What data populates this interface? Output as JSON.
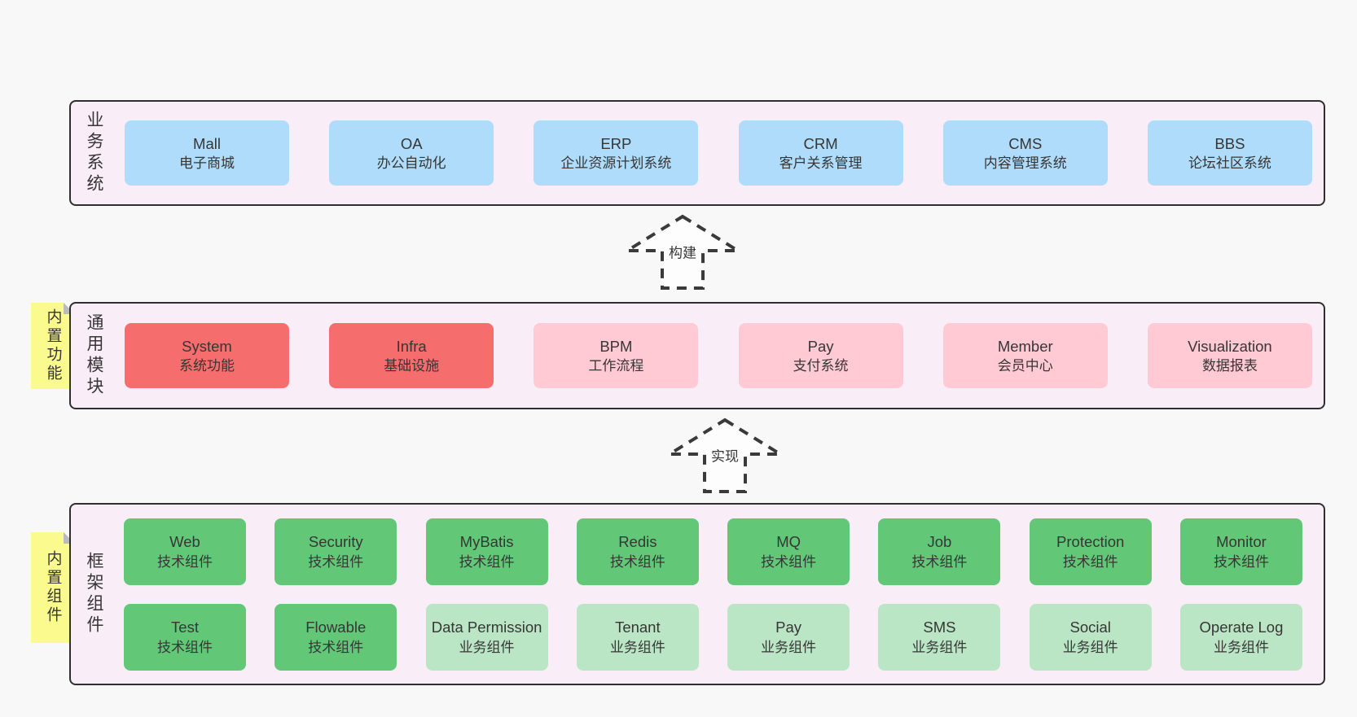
{
  "colors": {
    "page_bg": "#f8f8f8",
    "band_bg": "#f9edf7",
    "band_border": "#2f2f2f",
    "box_blue": "#aedcfa",
    "box_red": "#f56d6d",
    "box_pink": "#ffcad4",
    "box_green": "#62c878",
    "box_green_light": "#bbe6c5",
    "sticky_yellow": "#fbfa8e",
    "sticky_fold": "#b9bcbe",
    "text": "#363636",
    "arrow_stroke": "#3a3a3a",
    "arrow_fill": "#fdfdfd"
  },
  "arrows": {
    "build": "构建",
    "implement": "实现"
  },
  "bands": {
    "business": {
      "label": "业务系统",
      "boxes": [
        {
          "name": "Mall",
          "desc": "电子商城"
        },
        {
          "name": "OA",
          "desc": "办公自动化"
        },
        {
          "name": "ERP",
          "desc": "企业资源计划系统"
        },
        {
          "name": "CRM",
          "desc": "客户关系管理"
        },
        {
          "name": "CMS",
          "desc": "内容管理系统"
        },
        {
          "name": "BBS",
          "desc": "论坛社区系统"
        }
      ]
    },
    "common": {
      "label": "通用模块",
      "sticky": "内置功能",
      "boxes": [
        {
          "name": "System",
          "desc": "系统功能"
        },
        {
          "name": "Infra",
          "desc": "基础设施"
        },
        {
          "name": "BPM",
          "desc": "工作流程"
        },
        {
          "name": "Pay",
          "desc": "支付系统"
        },
        {
          "name": "Member",
          "desc": "会员中心"
        },
        {
          "name": "Visualization",
          "desc": "数据报表"
        }
      ]
    },
    "framework": {
      "label": "框架组件",
      "sticky": "内置组件",
      "row1": [
        {
          "name": "Web",
          "desc": "技术组件"
        },
        {
          "name": "Security",
          "desc": "技术组件"
        },
        {
          "name": "MyBatis",
          "desc": "技术组件"
        },
        {
          "name": "Redis",
          "desc": "技术组件"
        },
        {
          "name": "MQ",
          "desc": "技术组件"
        },
        {
          "name": "Job",
          "desc": "技术组件"
        },
        {
          "name": "Protection",
          "desc": "技术组件"
        },
        {
          "name": "Monitor",
          "desc": "技术组件"
        }
      ],
      "row2": [
        {
          "name": "Test",
          "desc": "技术组件"
        },
        {
          "name": "Flowable",
          "desc": "技术组件"
        },
        {
          "name": "Data Permission",
          "desc": "业务组件"
        },
        {
          "name": "Tenant",
          "desc": "业务组件"
        },
        {
          "name": "Pay",
          "desc": "业务组件"
        },
        {
          "name": "SMS",
          "desc": "业务组件"
        },
        {
          "name": "Social",
          "desc": "业务组件"
        },
        {
          "name": "Operate Log",
          "desc": "业务组件"
        }
      ]
    }
  }
}
